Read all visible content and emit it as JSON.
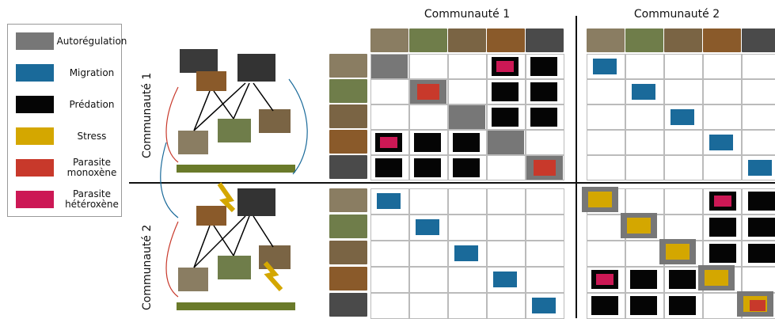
{
  "legend": {
    "items": [
      {
        "label": "Autorégulation",
        "color": "#777777"
      },
      {
        "label": "Migration",
        "color": "#1a6a9a"
      },
      {
        "label": "Prédation",
        "color": "#050505"
      },
      {
        "label": "Stress",
        "color": "#d4a700"
      },
      {
        "label": "Parasite monoxène",
        "color": "#c8392b"
      },
      {
        "label": "Parasite hétéroxène",
        "color": "#cc1855"
      }
    ]
  },
  "communities": {
    "c1": "Communauté 1",
    "c2": "Communauté 2"
  },
  "species": [
    {
      "name": "vole-photo",
      "color": "#8a7d62"
    },
    {
      "name": "shrew-photo",
      "color": "#6f7d4a"
    },
    {
      "name": "mouse-photo",
      "color": "#7a6444"
    },
    {
      "name": "weasel-photo",
      "color": "#8a5a2a"
    },
    {
      "name": "owl-photo",
      "color": "#4a4a4a"
    }
  ]
}
